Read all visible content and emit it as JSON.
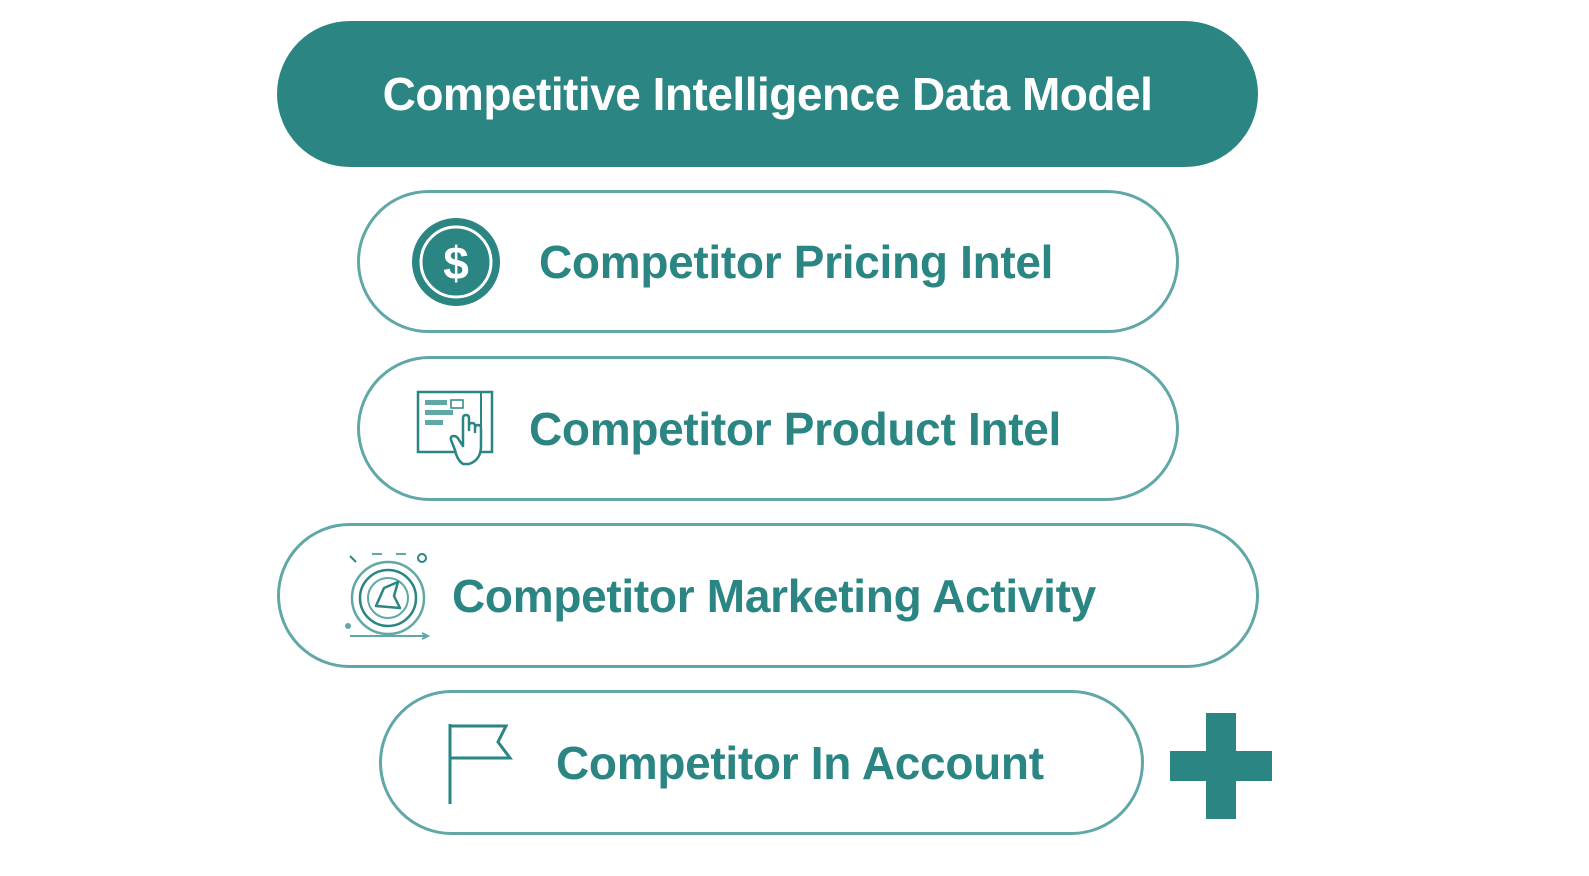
{
  "diagram": {
    "title": "Competitive Intelligence Data Model",
    "items": [
      {
        "label": "Competitor Pricing Intel",
        "icon": "dollar-coin-icon"
      },
      {
        "label": "Competitor Product Intel",
        "icon": "product-screen-hand-icon"
      },
      {
        "label": "Competitor Marketing Activity",
        "icon": "marketing-target-icon"
      },
      {
        "label": "Competitor In Account",
        "icon": "flag-icon"
      }
    ],
    "extra_icon": "plus-icon"
  },
  "colors": {
    "primary": "#2a8583",
    "border": "#5fa8a5",
    "background": "#ffffff"
  }
}
